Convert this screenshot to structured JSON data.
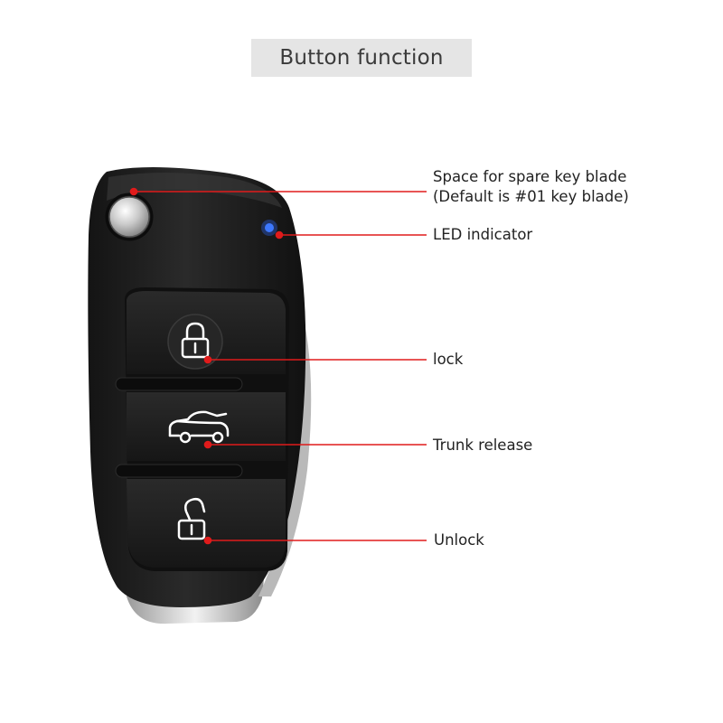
{
  "title": "Button function",
  "callouts": {
    "spare_blade": {
      "line1": "Space for spare key blade",
      "line2": "(Default is #01 key blade)"
    },
    "led": {
      "text": "LED indicator"
    },
    "lock": {
      "text": "lock"
    },
    "trunk": {
      "text": "Trunk release"
    },
    "unlock": {
      "text": "Unlock"
    }
  },
  "colors": {
    "leader_line": "#e01b1b",
    "fob_body": "#222222",
    "button": "#1f1f1f",
    "led": "#2f6bff",
    "metal": "#cfcfcf"
  },
  "icons": [
    "locked-padlock-icon",
    "car-trunk-icon",
    "unlocked-padlock-icon"
  ]
}
